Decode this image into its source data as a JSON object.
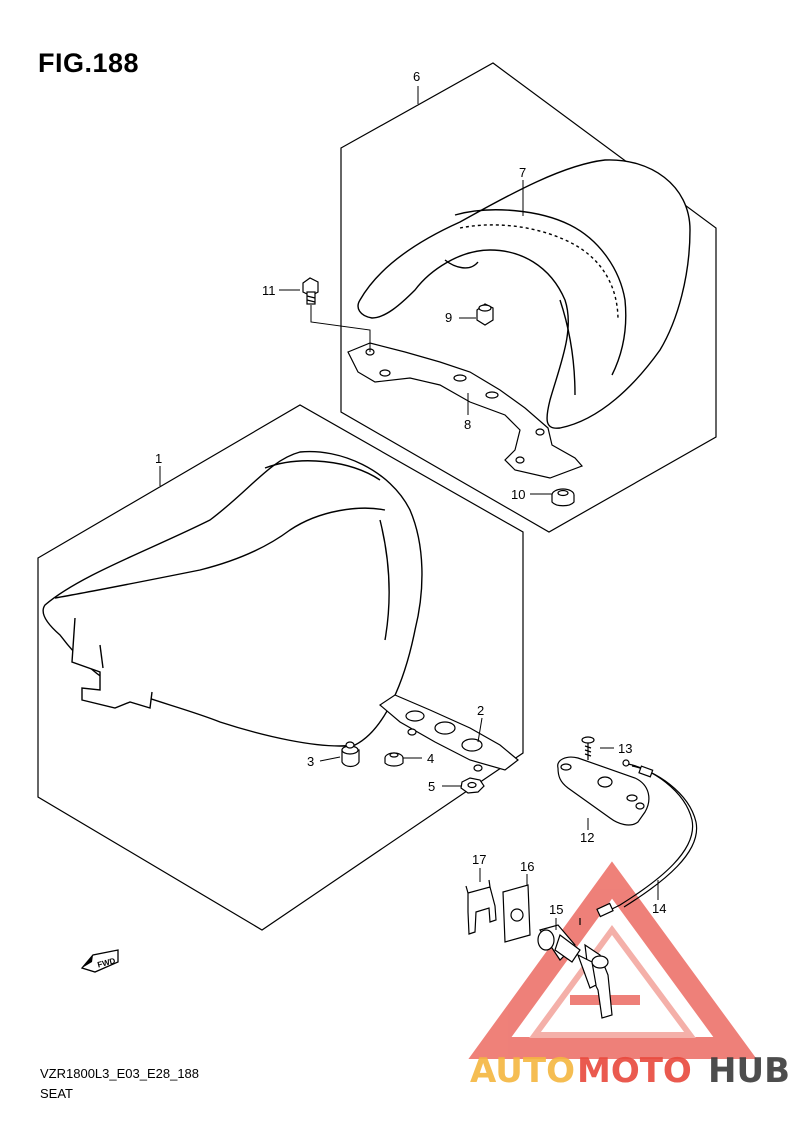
{
  "figure": {
    "title": "FIG.188",
    "code": "VZR1800L3_E03_E28_188",
    "name": "SEAT"
  },
  "callouts": [
    {
      "id": "p1",
      "num": "1"
    },
    {
      "id": "p2",
      "num": "2"
    },
    {
      "id": "p3",
      "num": "3"
    },
    {
      "id": "p4",
      "num": "4"
    },
    {
      "id": "p5",
      "num": "5"
    },
    {
      "id": "p6",
      "num": "6"
    },
    {
      "id": "p7",
      "num": "7"
    },
    {
      "id": "p8",
      "num": "8"
    },
    {
      "id": "p9",
      "num": "9"
    },
    {
      "id": "p10",
      "num": "10"
    },
    {
      "id": "p11",
      "num": "11"
    },
    {
      "id": "p12",
      "num": "12"
    },
    {
      "id": "p13",
      "num": "13"
    },
    {
      "id": "p14",
      "num": "14"
    },
    {
      "id": "p15",
      "num": "15"
    },
    {
      "id": "p16",
      "num": "16"
    },
    {
      "id": "p17",
      "num": "17"
    }
  ],
  "fwd_label": "FWD",
  "watermark": {
    "part_a": "AUTO",
    "part_b": "MOTO",
    "part_c": "HUB",
    "color_a": "#f4b63f",
    "color_b": "#e8483c",
    "color_c": "#3a3a3a"
  }
}
